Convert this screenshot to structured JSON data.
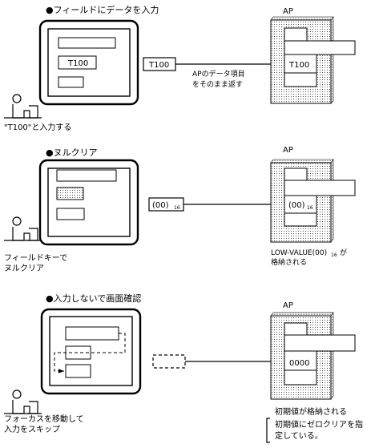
{
  "sections": [
    {
      "title": "●フィールドにデータを入力",
      "screen_field_value": "T100",
      "transfer_value": "T100",
      "transfer_note": [
        "APのデータ項目",
        "をそのまま返す"
      ],
      "ap_label": "AP",
      "ap_field_value": "T100",
      "user_caption": "\"T100\"と入力する"
    },
    {
      "title": "●ヌルクリア",
      "transfer_value": "(00)",
      "transfer_subscript": "16",
      "ap_label": "AP",
      "ap_field_value": "(00)",
      "ap_field_subscript": "16",
      "user_caption": [
        "フィールドキーで",
        "ヌルクリア"
      ],
      "ap_note_prefix": "LOW-VALUE(00)",
      "ap_note_subscript": "16",
      "ap_note_suffix": "が",
      "ap_note_line2": "格納される"
    },
    {
      "title": "●入力しないで画面確認",
      "ap_label": "AP",
      "ap_field_value": "0000",
      "user_caption": [
        "フォーカスを移動して",
        "入力をスキップ"
      ],
      "ap_note": "初期値が格納される",
      "ap_bracket_note": [
        "初期値にゼロクリアを指",
        "定している。"
      ]
    }
  ]
}
